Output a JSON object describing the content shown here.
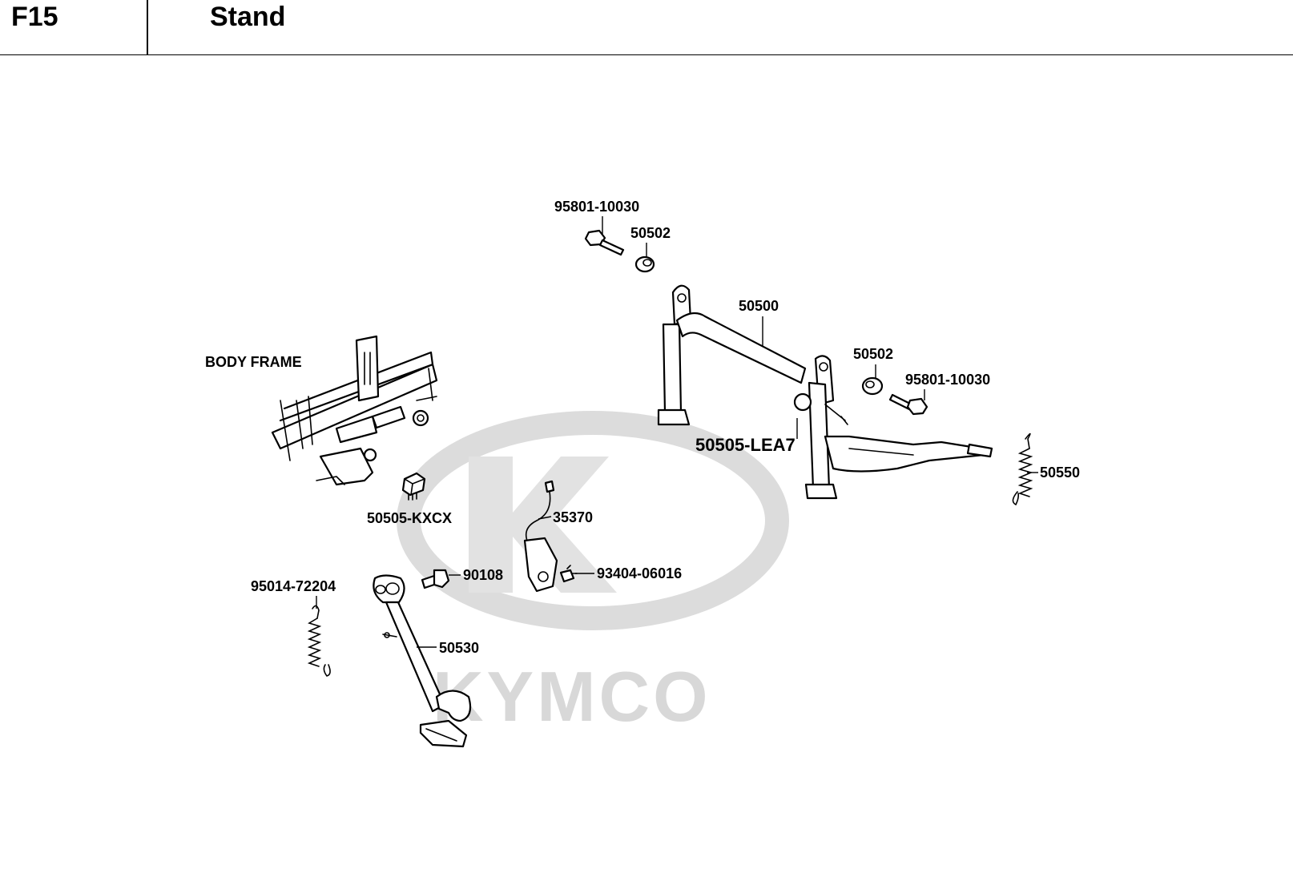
{
  "header": {
    "code": "F15",
    "title": "Stand"
  },
  "watermark": {
    "text": "KYMCO",
    "color": "#d8d8d8"
  },
  "labels": {
    "body_frame": "BODY FRAME",
    "p_50505_kxcx": "50505-KXCX",
    "p_95801_top": "95801-10030",
    "p_50502_top": "50502",
    "p_50500": "50500",
    "p_50502_right": "50502",
    "p_95801_right": "95801-10030",
    "p_50505_lea7": "50505-LEA7",
    "p_50550": "50550",
    "p_35370": "35370",
    "p_90108": "90108",
    "p_93404": "93404-06016",
    "p_95014": "95014-72204",
    "p_50530": "50530"
  }
}
